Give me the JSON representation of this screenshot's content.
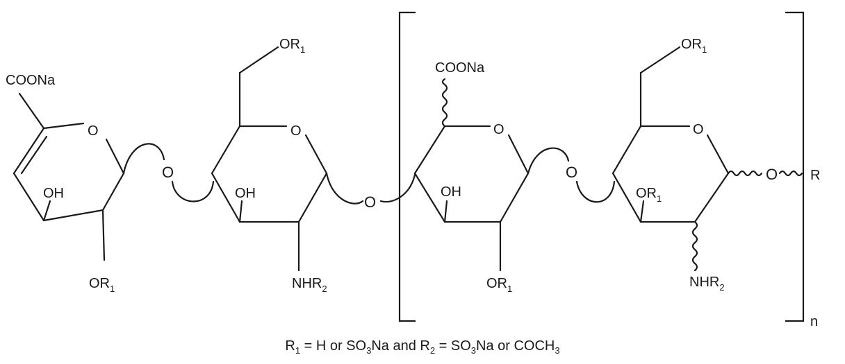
{
  "labels": {
    "coona_a": "COONa",
    "o_ring_a": "O",
    "oh_a": "OH",
    "or1_a_main": "OR",
    "or1_a_sub": "1",
    "link_o_ab": "O",
    "or1_b_main": "OR",
    "or1_b_sub": "1",
    "o_ring_b": "O",
    "oh_b": "OH",
    "nhr2_b_main": "NHR",
    "nhr2_b_sub": "2",
    "link_o_bc": "O",
    "coona_c": "COONa",
    "o_ring_c": "O",
    "oh_c": "OH",
    "or1_c_main": "OR",
    "or1_c_sub": "1",
    "link_o_cd": "O",
    "or1_d6_main": "OR",
    "or1_d6_sub": "1",
    "o_ring_d": "O",
    "or1_d3_main": "OR",
    "or1_d3_sub": "1",
    "nhr2_d_main": "NHR",
    "nhr2_d_sub": "2",
    "o_terminal": "O",
    "r_terminal": "R",
    "repeat_n": "n"
  },
  "caption": {
    "r1_main": "R",
    "r1_sub": "1",
    "part1": " = H or SO",
    "so3_sub_1": "3",
    "part2": "Na and R",
    "r2_sub": "2",
    "part3": " = SO",
    "so3_sub_2": "3",
    "part4": "Na or COCH",
    "ch3_sub": "3"
  }
}
